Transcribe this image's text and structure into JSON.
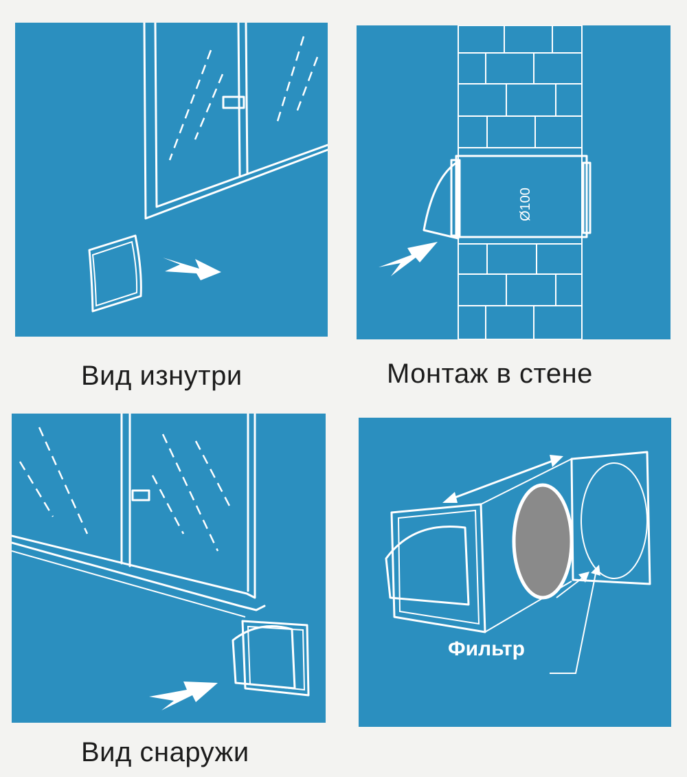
{
  "panels": [
    {
      "caption": "Вид изнутри",
      "illustration": "window-with-inner-grille"
    },
    {
      "caption": "Монтаж в стене",
      "illustration": "brick-wall-with-duct",
      "duct_label": "Ø100"
    },
    {
      "caption": "Вид снаружи",
      "illustration": "window-with-outer-hood"
    },
    {
      "caption": "",
      "illustration": "exploded-valve-with-filter",
      "filter_label": "Фильтр"
    }
  ],
  "colors": {
    "panel_blue": "#2b8fbf",
    "line_white": "#ffffff",
    "background": "#f3f3f1",
    "caption_text": "#1c1c1c",
    "filter_mesh": "#8a8a8a"
  }
}
